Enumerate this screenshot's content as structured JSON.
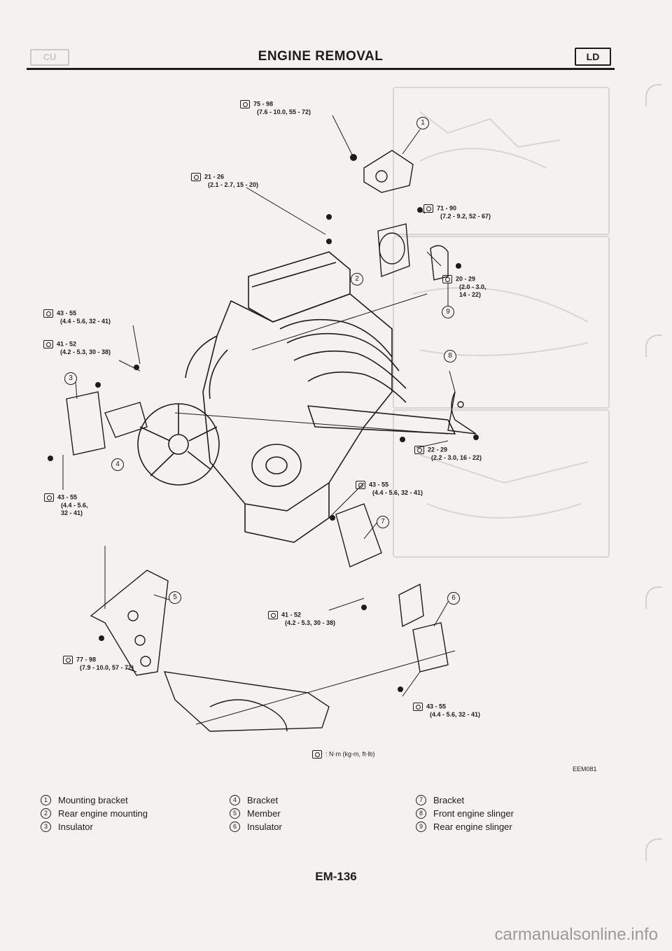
{
  "header": {
    "title": "ENGINE REMOVAL",
    "badge_left": "CU",
    "badge_right": "LD"
  },
  "torque_specs": [
    {
      "id": "t1",
      "value": "75 - 98",
      "sub": "(7.6 - 10.0, 55 - 72)"
    },
    {
      "id": "t2",
      "value": "21 - 26",
      "sub": "(2.1 - 2.7, 15 - 20)"
    },
    {
      "id": "t3",
      "value": "71 - 90",
      "sub": "(7.2 - 9.2, 52 - 67)"
    },
    {
      "id": "t4",
      "value": "20 - 29",
      "sub": "(2.0 - 3.0,\n14 - 22)"
    },
    {
      "id": "t5",
      "value": "43 - 55",
      "sub": "(4.4 - 5.6, 32 - 41)"
    },
    {
      "id": "t6",
      "value": "41 - 52",
      "sub": "(4.2 - 5.3, 30 - 38)"
    },
    {
      "id": "t7",
      "value": "22 - 29",
      "sub": "(2.2 - 3.0, 16 - 22)"
    },
    {
      "id": "t8",
      "value": "43 - 55",
      "sub": "(4.4 - 5.6, 32 - 41)"
    },
    {
      "id": "t9",
      "value": "43 - 55",
      "sub": "(4.4 - 5.6,\n32 - 41)"
    },
    {
      "id": "t10",
      "value": "41 - 52",
      "sub": "(4.2 - 5.3, 30 - 38)"
    },
    {
      "id": "t11",
      "value": "77 - 98",
      "sub": "(7.9 - 10.0, 57 - 72)"
    },
    {
      "id": "t12",
      "value": "43 - 55",
      "sub": "(4.4 - 5.6, 32 - 41)"
    }
  ],
  "callouts": [
    "1",
    "2",
    "9",
    "8",
    "3",
    "4",
    "7",
    "5",
    "6"
  ],
  "unit_note": ": N·m (kg-m, ft-lb)",
  "diagram_code": "EEM081",
  "legend": [
    {
      "num": "1",
      "label": "Mounting bracket"
    },
    {
      "num": "2",
      "label": "Rear engine mounting"
    },
    {
      "num": "3",
      "label": "Insulator"
    },
    {
      "num": "4",
      "label": "Bracket"
    },
    {
      "num": "5",
      "label": "Member"
    },
    {
      "num": "6",
      "label": "Insulator"
    },
    {
      "num": "7",
      "label": "Bracket"
    },
    {
      "num": "8",
      "label": "Front engine slinger"
    },
    {
      "num": "9",
      "label": "Rear engine slinger"
    }
  ],
  "page_number": "EM-136",
  "watermark": "carmanualsonline.info"
}
